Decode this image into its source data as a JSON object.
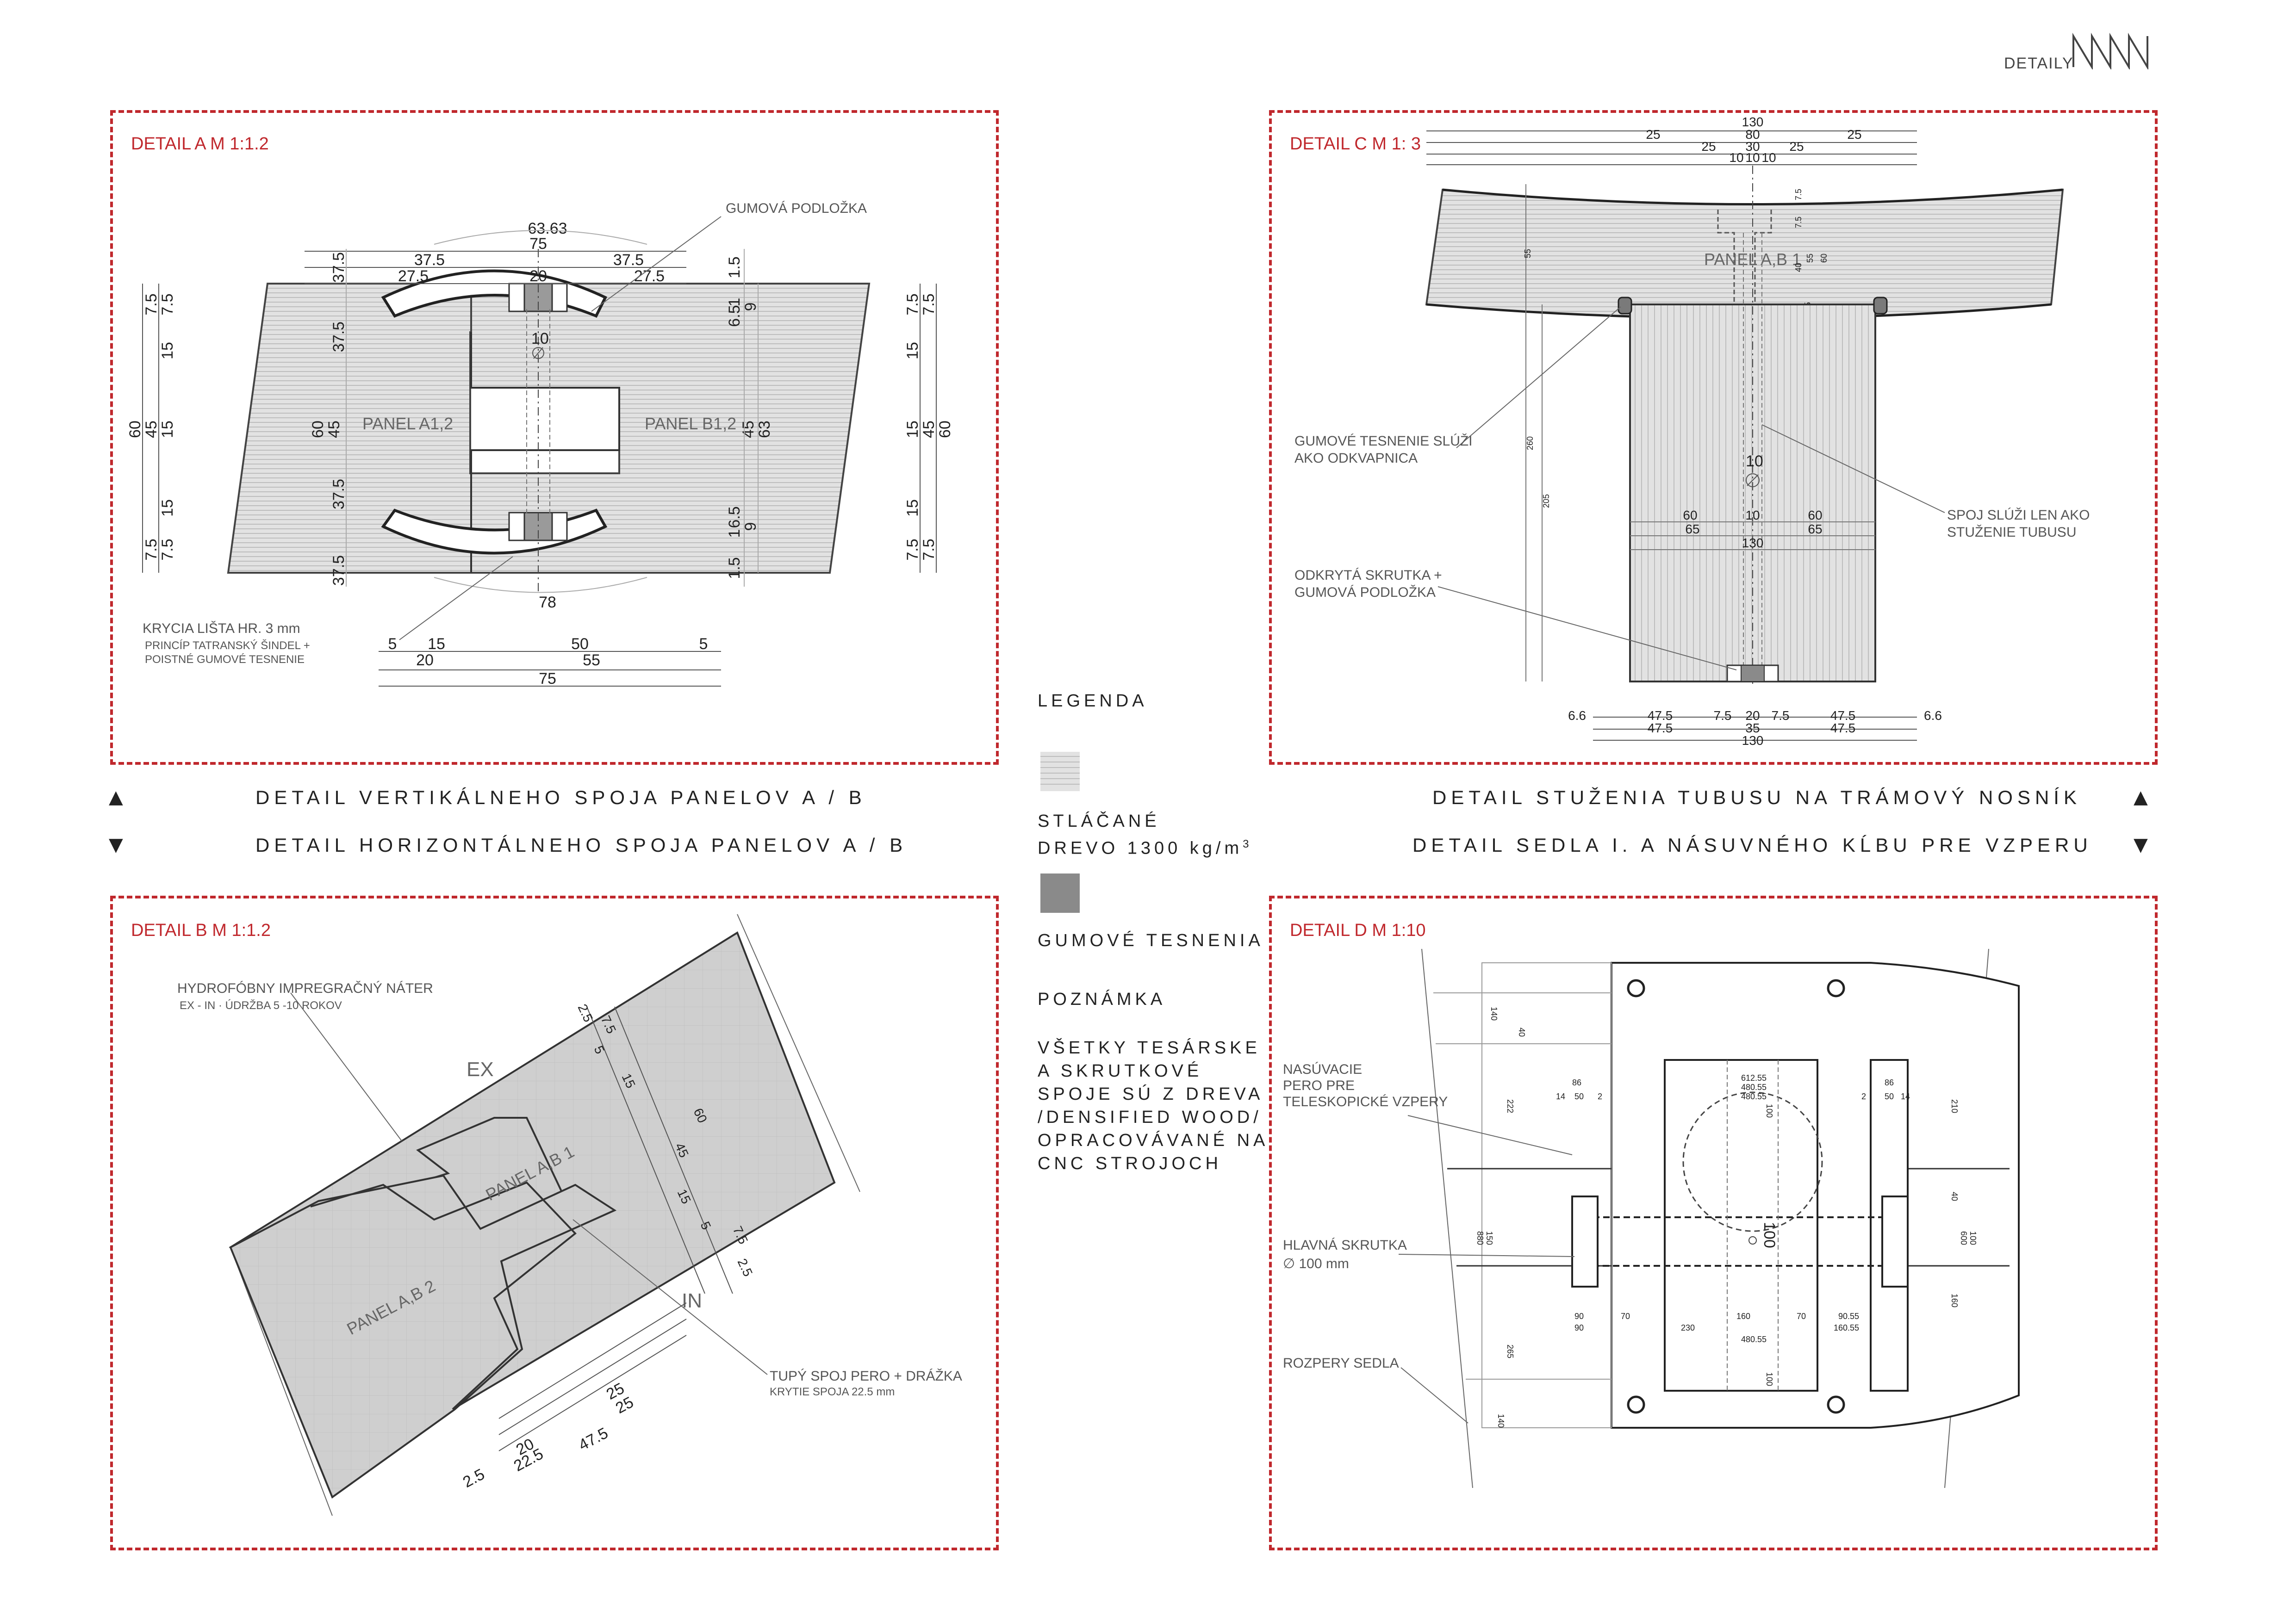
{
  "header": {
    "label": "DETAILY",
    "logo": "IVMW"
  },
  "detail_a": {
    "title": "DETAIL A  M 1:1.2",
    "top_dims": [
      "75",
      "37.5",
      "37.5",
      "27.5",
      "20",
      "27.5"
    ],
    "arc_top": "63.63",
    "arc_bot": "78",
    "bolt_dia": "10",
    "left_outer": [
      "7.5",
      "7.5",
      "15",
      "60",
      "45",
      "15",
      "15",
      "7.5",
      "7.5"
    ],
    "left_inner": [
      "37.5",
      "37.5",
      "60",
      "45",
      "37.5",
      "37.5"
    ],
    "right_inner": [
      "1.5",
      "1",
      "6.5",
      "9",
      "45",
      "63",
      "6.5",
      "1",
      "9",
      "1.5"
    ],
    "right_outer": [
      "7.5",
      "7.5",
      "15",
      "15",
      "45",
      "60",
      "15",
      "7.5",
      "7.5"
    ],
    "panel_left": "PANEL A1,2",
    "panel_right": "PANEL B1,2",
    "note_gum": "GUMOVÁ PODLOŽKA",
    "note_lista": "KRYCIA LIŠTA HR. 3 mm",
    "note_lista2": "PRINCÍP TATRANSKÝ ŠINDEL +",
    "note_lista3": "POISTNÉ GUMOVÉ TESNENIE",
    "bot_dims": [
      "5",
      "15",
      "50",
      "5",
      "20",
      "55",
      "75"
    ]
  },
  "detail_b": {
    "title": "DETAIL B  M 1:1.2",
    "note_hydro": "HYDROFÓBNY IMPREGRAČNÝ NÁTER",
    "note_hydro2": "EX - IN  · ÚDRŽBA 5 -10 ROKOV",
    "ex": "EX",
    "in": "IN",
    "panel1": "PANEL A,B 1",
    "panel2": "PANEL A,B 2",
    "note_tupy": "TUPÝ SPOJ PERO + DRÁŽKA",
    "note_tupy2": "KRYTIE SPOJA 22.5 mm",
    "diag_dims": [
      "2.5",
      "7.5",
      "5",
      "15",
      "60",
      "45",
      "15",
      "5",
      "7.5",
      "2.5"
    ],
    "bot_dims": [
      "25",
      "25",
      "20",
      "22.5",
      "47.5",
      "2.5"
    ]
  },
  "detail_c": {
    "title": "DETAIL C  M 1: 3",
    "top_dims": [
      "130",
      "80",
      "25",
      "25",
      "30",
      "25",
      "25",
      "10",
      "10",
      "10"
    ],
    "panel": "PANEL A,B 1",
    "right_dims": [
      "7.5",
      "7.5",
      "40",
      "55",
      "60",
      "5"
    ],
    "left_dims": [
      "55",
      "260",
      "205"
    ],
    "mid_dims": [
      "60",
      "10",
      "60",
      "65",
      "65",
      "130",
      "10"
    ],
    "note_tesn": "GUMOVÉ TESNENIE SLÚŽI",
    "note_tesn2": "AKO ODKVAPNICA",
    "note_skrut": "ODKRYTÁ SKRUTKA +",
    "note_skrut2": "GUMOVÁ PODLOŽKA",
    "note_spoj": "SPOJ SLÚŽI LEN AKO",
    "note_spoj2": "STUŽENIE TUBUSU",
    "bot_dims": [
      "6.6",
      "47.5",
      "7.5",
      "20",
      "7.5",
      "47.5",
      "6.6",
      "47.5",
      "35",
      "47.5",
      "130"
    ]
  },
  "detail_d": {
    "title": "DETAIL D  M 1:10",
    "note_nasuv": "NASÚVACIE",
    "note_nasuv2": "PERO PRE",
    "note_nasuv3": "TELESKOPICKÉ VZPERY",
    "note_hlav": "HLAVNÁ SKRUTKA",
    "note_hlav2": "∅ 100 mm",
    "note_rozp": "ROZPERY SEDLA",
    "bolt": "100",
    "small_dims": [
      "612.55",
      "480.55",
      "480.55",
      "86",
      "14",
      "50",
      "2",
      "2",
      "50",
      "14",
      "86",
      "90",
      "70",
      "160",
      "70",
      "90.55",
      "90",
      "230",
      "160.55",
      "480.55",
      "100",
      "100",
      "140",
      "40",
      "222",
      "265",
      "140",
      "210",
      "40",
      "600",
      "100",
      "150",
      "880",
      "160"
    ]
  },
  "captions": {
    "a": "DETAIL VERTIKÁLNEHO SPOJA PANELOV A / B",
    "b": "DETAIL HORIZONTÁLNEHO SPOJA PANELOV A / B",
    "c": "DETAIL STUŽENIA TUBUSU NA TRÁMOVÝ NOSNÍK",
    "d": "DETAIL SEDLA I. A NÁSUVNÉHO KĹBU PRE VZPERU"
  },
  "legend": {
    "title": "LEGENDA",
    "wood1": "STLÁČANÉ",
    "wood2": "DREVO 1300 kg/m",
    "wood_sup": "3",
    "rubber": "GUMOVÉ TESNENIA",
    "note_title": "POZNÁMKA",
    "note_lines": [
      "VŠETKY TESÁRSKE",
      "A SKRUTKOVÉ",
      "SPOJE SÚ Z DREVA",
      "/DENSIFIED WOOD/",
      "OPRACOVÁVANÉ NA",
      "CNC STROJOCH"
    ]
  },
  "icons": {
    "up": "triangle-up-icon",
    "down": "triangle-down-icon"
  },
  "colors": {
    "frame": "#c0282d",
    "wood": "#d8d8d8",
    "rubber": "#8a8a8a",
    "panel_b": "#c9c9c9"
  }
}
